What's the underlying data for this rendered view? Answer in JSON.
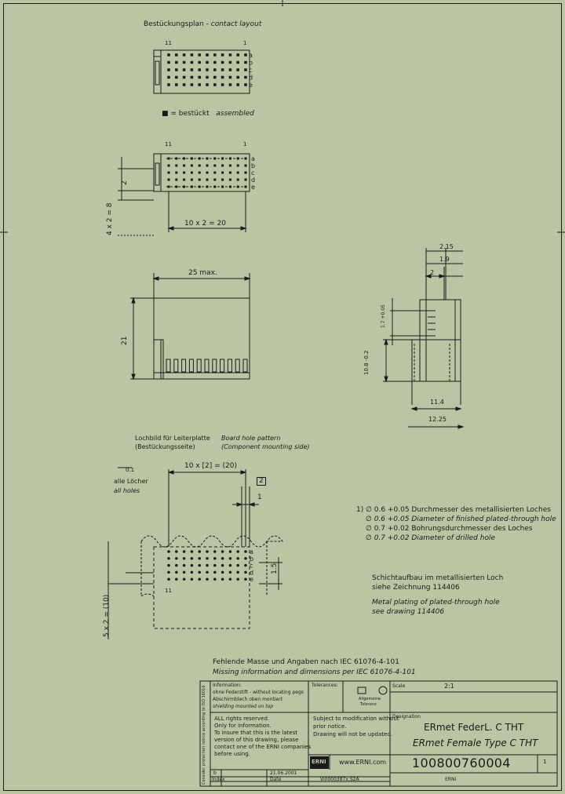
{
  "layout_title": "Bestückungsplan - contact layout",
  "layout_title_de": "Bestückungsplan -",
  "layout_title_en": "contact layout",
  "col_first": "11",
  "col_last": "1",
  "row_letters": [
    "a",
    "b",
    "c",
    "d",
    "e"
  ],
  "legend_de": "■ = bestückt",
  "legend_en": "assembled",
  "dim_pitch_x": "10 x 2 = 20",
  "dim_pitch_y": "4 x 2 = 8",
  "dim_2": "2",
  "dim_width": "25 max.",
  "dim_height": "21",
  "side_dims": {
    "d215": "2.15",
    "d19": "1.9",
    "d2": "2",
    "d17": "1.7 +0.05",
    "d108": "10.8 -0.2",
    "d114": "11.4",
    "d1225": "12.25"
  },
  "board_hole_de": "Lochbild für Leiterplatte",
  "board_hole_de2": "(Bestückungsseite)",
  "board_hole_en": "Board hole pattern",
  "board_hole_en2": "(Component mounting side)",
  "all_holes_de": "alle Löcher",
  "all_holes_en": "all holes",
  "tol": "0.1",
  "dim_pitch_holes": "10 x [2] = (20)",
  "dim_box2": "2",
  "dim_1": "1",
  "dim_15": "1.5",
  "dim_pitch_v": "5 x 2 = (10)",
  "hole_notes": [
    "1)  ∅ 0.6 +0.05 Durchmesser des metallisierten Loches",
    "∅ 0.6 +0.05 Diameter of finished plated-through hole",
    "∅ 0.7 +0.02 Bohrungsdurchmesser des Loches",
    "∅ 0.7 +0.02 Diameter of drilled hole"
  ],
  "plating_de_1": "Schichtaufbau im metallisierten Loch",
  "plating_de_2": "siehe Zeichnung 114406",
  "plating_en_1": "Metal plating of plated-through hole",
  "plating_en_2": "see drawing 114406",
  "missing_de": "Fehlende Masse und Angaben nach IEC 61076-4-101",
  "missing_en": "Missing information and dimensions per IEC 61076-4-101",
  "title_block": {
    "info_label": "Information:",
    "info_1": "ohne Federstift - without locating pegs",
    "info_2": "Abschirmblech oben montiert",
    "info_3": "shielding mounted on top",
    "tolerance": "Tolerances:",
    "general": "Allgemeine",
    "general2": "Toleranz",
    "scale_label": "Scale",
    "scale": "2:1",
    "rights_1": "ALL rights reserved.",
    "rights_2": "Only for information.",
    "rights_3": "To insure that this is the latest",
    "rights_4": "version of this drawing, please",
    "rights_5": "contact one of the ERNI companies",
    "rights_6": "before using.",
    "subject_1": "Subject to modification without",
    "subject_2": "prior notice.",
    "subject_3": "Drawing will not be updated.",
    "designation": "Designation",
    "name_de": "ERmet FederL. C THT",
    "name_en": "ERmet Female Type C THT",
    "logo": "ERNI",
    "website": "www.ERNI.com",
    "part_no": "100800760004",
    "sheet": "1",
    "footer_index": "Index",
    "footer_date": "Date",
    "footer_b": "b",
    "footer_date_val": "21.06.2001",
    "footer_code": "Vi0000387x.S2A",
    "footer_ernl": "ERNI",
    "side_note": "Consider protection notice according to ISO 16016"
  }
}
